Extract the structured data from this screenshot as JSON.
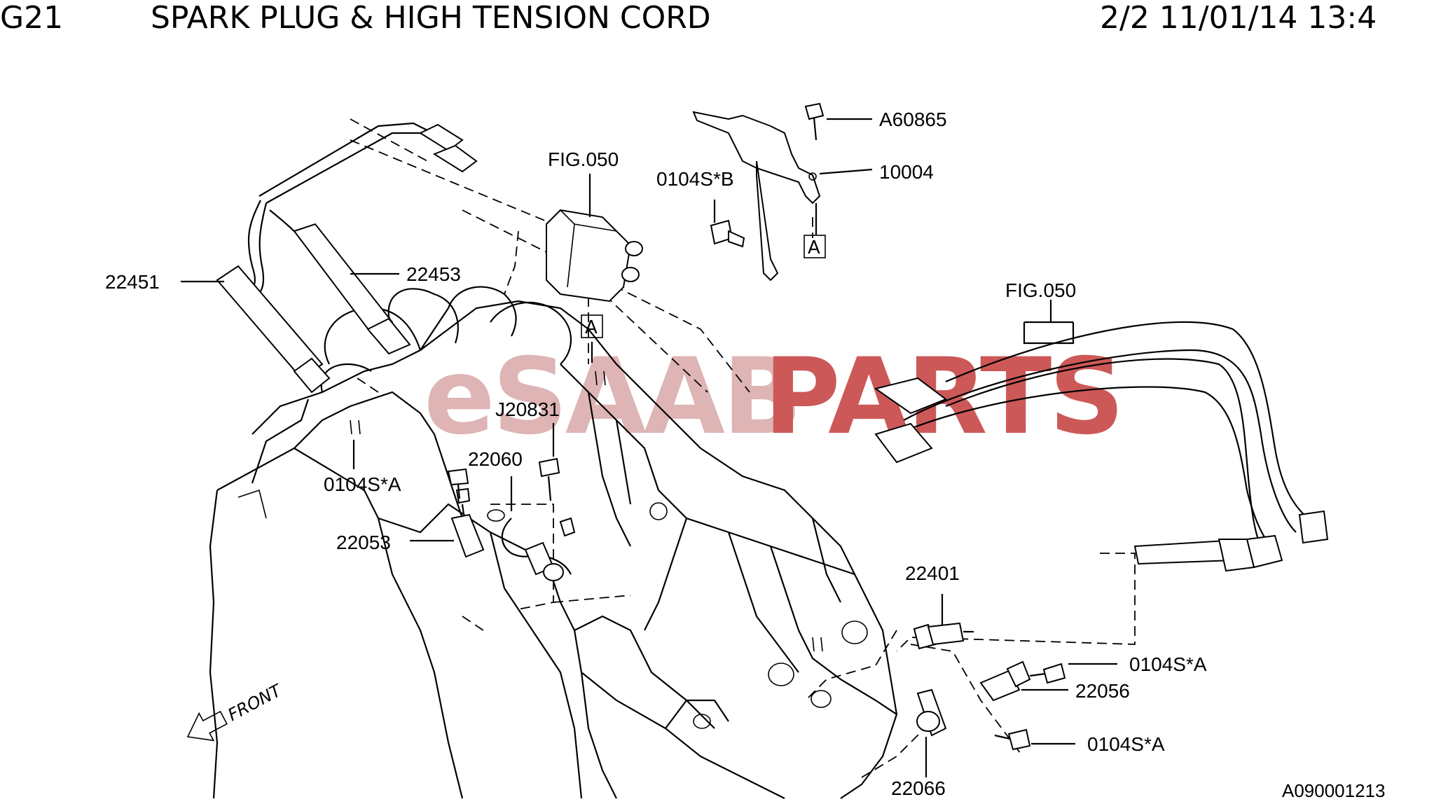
{
  "header": {
    "section": "G21",
    "title": "SPARK PLUG & HIGH TENSION CORD",
    "page_info": "2/2 11/01/14 13:4"
  },
  "watermark": {
    "part1": "eSAAB",
    "part2": "PARTS",
    "color1": "#d9a8a8",
    "color2": "#c53b3b"
  },
  "callouts": {
    "c22451": "22451",
    "c22453": "22453",
    "fig050_top": "FIG.050",
    "c0104sb": "0104S*B",
    "a60865": "A60865",
    "c10004": "10004",
    "ref_a_top": "A",
    "ref_a_mid": "A",
    "fig050_right": "FIG.050",
    "j20831": "J20831",
    "c22060": "22060",
    "c0104sa_left": "0104S*A",
    "c22053": "22053",
    "c22401": "22401",
    "c0104sa_right1": "0104S*A",
    "c22056": "22056",
    "c0104sa_right2": "0104S*A",
    "c22066": "22066"
  },
  "front_marker": "FRONT",
  "diagram_code": "A090001213"
}
